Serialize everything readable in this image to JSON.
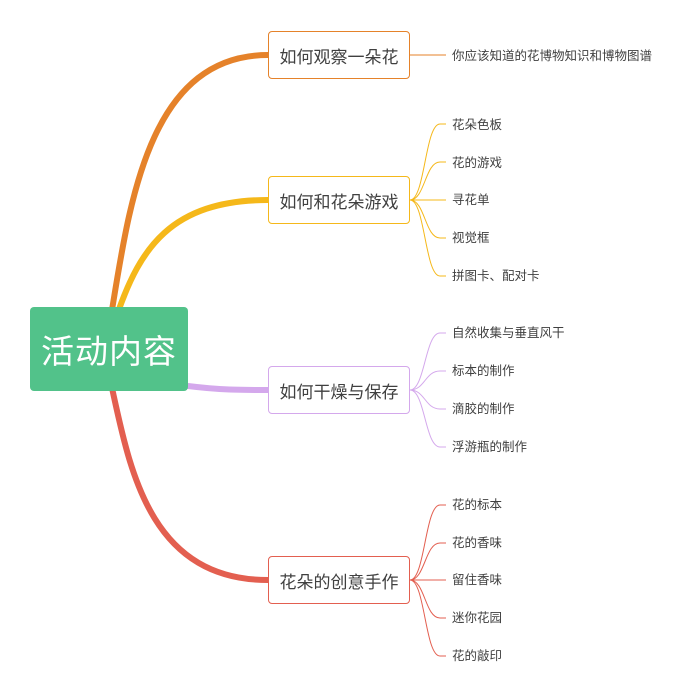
{
  "root": {
    "label": "活动内容",
    "color": "#52c28a"
  },
  "branches": [
    {
      "label": "如何观察一朵花",
      "color": "#e5822a",
      "leaves": [
        "你应该知道的花博物知识和博物图谱"
      ]
    },
    {
      "label": "如何和花朵游戏",
      "color": "#f5b81a",
      "leaves": [
        "花朵色板",
        "花的游戏",
        "寻花单",
        "视觉框",
        "拼图卡、配对卡"
      ]
    },
    {
      "label": "如何干燥与保存",
      "color": "#d4a8ec",
      "leaves": [
        "自然收集与垂直风干",
        "标本的制作",
        "滴胶的制作",
        "浮游瓶的制作"
      ]
    },
    {
      "label": "花朵的创意手作",
      "color": "#e35f50",
      "leaves": [
        "花的标本",
        "花的香味",
        "留住香味",
        "迷你花园",
        "花的敲印"
      ]
    }
  ]
}
